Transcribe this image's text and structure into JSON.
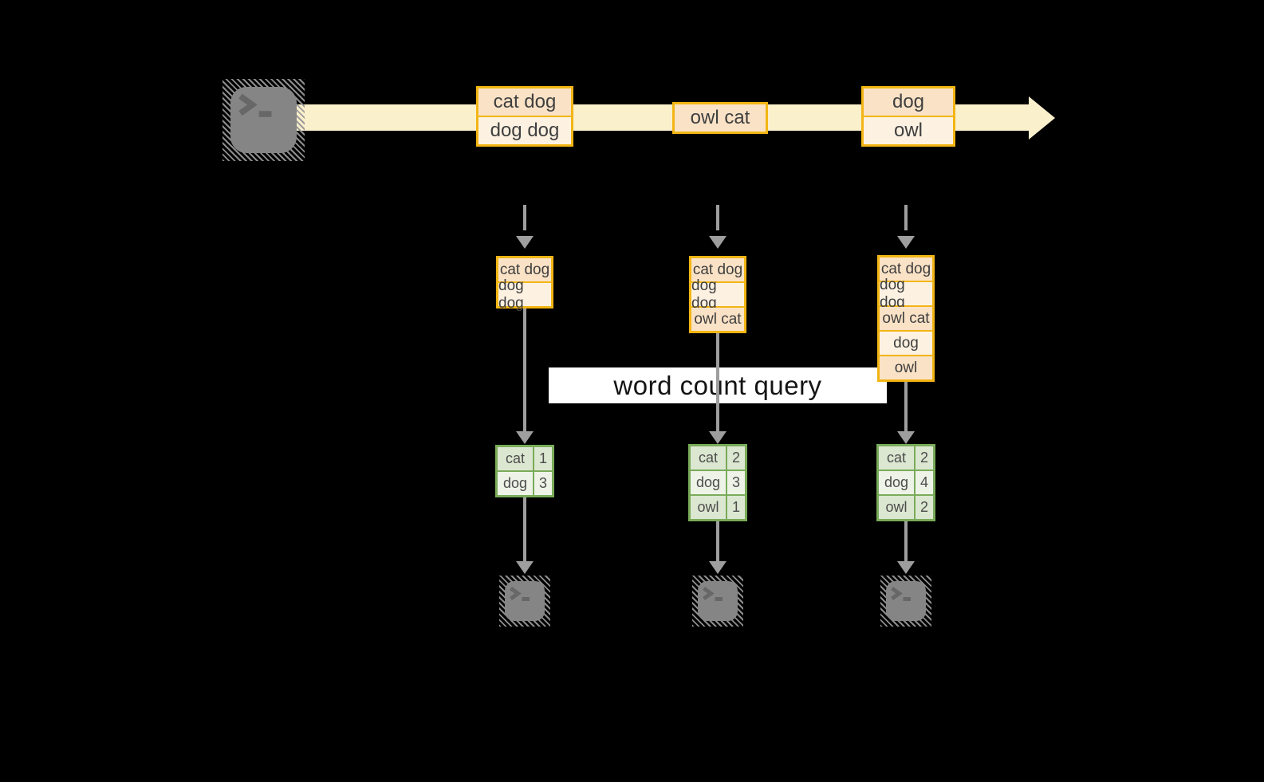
{
  "query_label": "word count query",
  "stream": {
    "source_icon": "terminal-icon",
    "events": [
      {
        "lines": [
          "cat dog",
          "dog dog"
        ]
      },
      {
        "lines": [
          "owl cat"
        ]
      },
      {
        "lines": [
          "dog",
          "owl"
        ]
      }
    ]
  },
  "columns": [
    {
      "buffer": [
        "cat dog",
        "dog dog"
      ],
      "counts": [
        {
          "word": "cat",
          "count": "1"
        },
        {
          "word": "dog",
          "count": "3"
        }
      ],
      "sink_icon": "terminal-icon"
    },
    {
      "buffer": [
        "cat dog",
        "dog dog",
        "owl cat"
      ],
      "counts": [
        {
          "word": "cat",
          "count": "2"
        },
        {
          "word": "dog",
          "count": "3"
        },
        {
          "word": "owl",
          "count": "1"
        }
      ],
      "sink_icon": "terminal-icon"
    },
    {
      "buffer": [
        "cat dog",
        "dog dog",
        "owl cat",
        "dog",
        "owl"
      ],
      "counts": [
        {
          "word": "cat",
          "count": "2"
        },
        {
          "word": "dog",
          "count": "4"
        },
        {
          "word": "owl",
          "count": "2"
        }
      ],
      "sink_icon": "terminal-icon"
    }
  ],
  "colors": {
    "background": "#000000",
    "stream_band": "#FBF0CC",
    "gold_border": "#F2B513",
    "peach_fill": "#FAE2C6",
    "light_fill": "#FDF2E2",
    "green_border": "#79AB59",
    "green_fill_dark": "#DCE7D1",
    "green_fill_light": "#EEF3E8",
    "arrow_gray": "#9E9E9E",
    "terminal_gray": "#858585",
    "query_band_bg": "#FFFFFF",
    "query_text": "#141414"
  }
}
